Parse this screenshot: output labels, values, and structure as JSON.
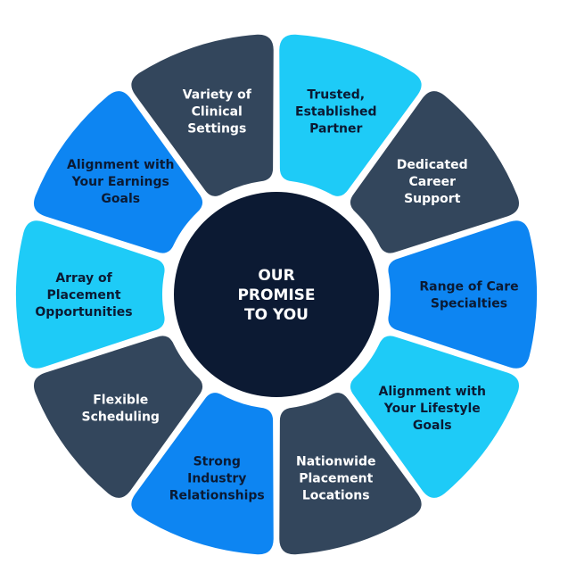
{
  "center": {
    "lines": [
      "OUR",
      "PROMISE",
      "TO YOU"
    ],
    "fill": "#0c1a33",
    "text_color": "#ffffff"
  },
  "colors": {
    "dark": "#33465c",
    "bright_blue": "#0d85f2",
    "cyan": "#1ecbf7",
    "dark_text": "#ffffff",
    "bright_blue_text": "#0b1a33",
    "cyan_text": "#0b1a33"
  },
  "segments": [
    {
      "name": "trusted-established-partner",
      "lines": [
        "Trusted,",
        "Established",
        "Partner"
      ],
      "color": "cyan"
    },
    {
      "name": "dedicated-career-support",
      "lines": [
        "Dedicated",
        "Career",
        "Support"
      ],
      "color": "dark"
    },
    {
      "name": "range-of-care-specialties",
      "lines": [
        "Range of Care",
        "Specialties"
      ],
      "color": "bright_blue"
    },
    {
      "name": "alignment-lifestyle-goals",
      "lines": [
        "Alignment with",
        "Your Lifestyle",
        "Goals"
      ],
      "color": "cyan"
    },
    {
      "name": "nationwide-placement-locations",
      "lines": [
        "Nationwide",
        "Placement",
        "Locations"
      ],
      "color": "dark"
    },
    {
      "name": "strong-industry-relationships",
      "lines": [
        "Strong",
        "Industry",
        "Relationships"
      ],
      "color": "bright_blue"
    },
    {
      "name": "flexible-scheduling",
      "lines": [
        "Flexible",
        "Scheduling"
      ],
      "color": "dark"
    },
    {
      "name": "array-of-placement-opportunities",
      "lines": [
        "Array of",
        "Placement",
        "Opportunities"
      ],
      "color": "cyan"
    },
    {
      "name": "alignment-earnings-goals",
      "lines": [
        "Alignment with",
        "Your Earnings",
        "Goals"
      ],
      "color": "bright_blue"
    },
    {
      "name": "variety-of-clinical-settings",
      "lines": [
        "Variety of",
        "Clinical",
        "Settings"
      ],
      "color": "dark"
    }
  ]
}
